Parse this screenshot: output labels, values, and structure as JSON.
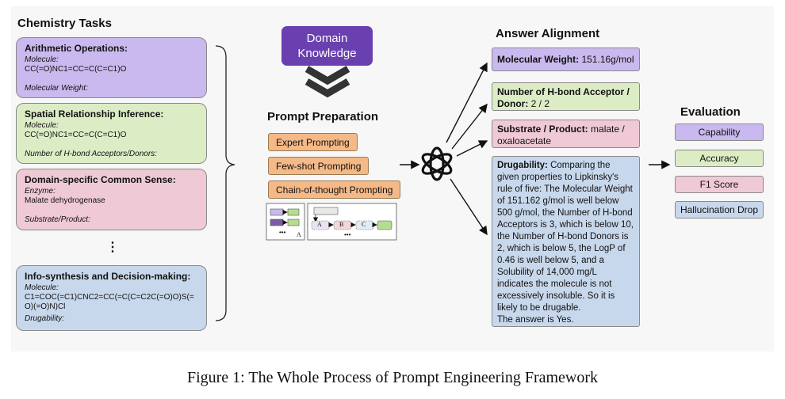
{
  "headings": {
    "tasks": "Chemistry Tasks",
    "prompt": "Prompt Preparation",
    "answer": "Answer Alignment",
    "evaluation": "Evaluation"
  },
  "domain_knowledge": "Domain\nKnowledge",
  "tasks": [
    {
      "title": "Arithmetic Operations",
      "label": "Molecule:",
      "value": "CC(=O)NC1=CC=C(C=C1)O",
      "question": "Molecular Weight:"
    },
    {
      "title": "Spatial Relationship Inference",
      "label": "Molecule:",
      "value": "CC(=O)NC1=CC=C(C=C1)O",
      "question": "Number of H-bond Acceptors/Donors:"
    },
    {
      "title": "Domain-specific Common Sense",
      "label": "Enzyme:",
      "value": "Malate dehydrogenase",
      "question": "Substrate/Product:"
    },
    {
      "title": "Info-synthesis and Decision-making",
      "label": "Molecule:",
      "value": "C1=COC(=C1)CNC2=CC(=C(C=C2C(=O)O)S(=O)(=O)N)Cl",
      "question": "Drugability:"
    }
  ],
  "ellipsis": "⋮",
  "prompts": [
    "Expert Prompting",
    "Few-shot Prompting",
    "Chain-of-thought Prompting"
  ],
  "example_labels": {
    "a": "A",
    "b": "B",
    "c": "C",
    "dots": "•••",
    "corner": "A"
  },
  "answers": [
    {
      "label": "Molecular Weight:",
      "text": " 151.16g/mol"
    },
    {
      "label": "Number of H-bond Acceptor / Donor:",
      "text": " 2 / 2"
    },
    {
      "label": "Substrate / Product:",
      "text": " malate / oxaloacetate"
    },
    {
      "label": "Drugability:",
      "text": " Comparing the given properties to Lipkinsky's rule of five: The Molecular Weight of 151.162 g/mol is well below 500 g/mol, the Number of H-bond Acceptors is 3, which is below 10, the Number of H-bond Donors is 2, which is below 5, the LogP of 0.46 is well below 5, and a Solubility of 14,000 mg/L indicates the molecule is not excessively insoluble. So it is likely to be drugable.",
      "tail": "The answer is Yes."
    }
  ],
  "metrics": [
    "Capability",
    "Accuracy",
    "F1 Score",
    "Hallucination Drop"
  ],
  "colors": {
    "purple": "#c9b9ee",
    "green": "#dcedc6",
    "pink": "#efc9d6",
    "blue": "#c8d8ec",
    "orange": "#f4b987",
    "domain": "#6a3fb0"
  },
  "caption": "Figure 1: The Whole Process of Prompt Engineering Framework"
}
